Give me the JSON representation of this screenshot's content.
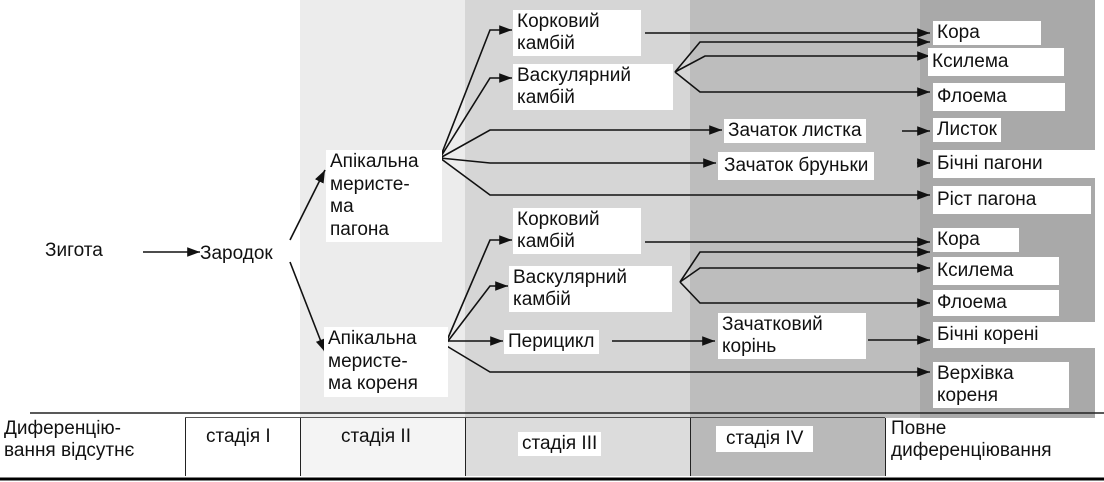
{
  "colors": {
    "band1": "#ffffff",
    "band2": "#ececec",
    "band3": "#d3d3d3",
    "band4": "#b9b9b9",
    "band5": "#a8a8a8"
  },
  "nodes": {
    "zygote": "Зигота",
    "embryo": "Зародок",
    "shoot_apical": [
      "Апікальна",
      "меристе-",
      "ма",
      "пагона"
    ],
    "root_apical": [
      "Апікальна",
      "меристе-",
      "ма кореня"
    ],
    "shoot_cork": [
      "Корковий",
      "камбій"
    ],
    "shoot_vascular": [
      "Васкулярний",
      "камбій"
    ],
    "leaf_primordium": "Зачаток листка",
    "bud_primordium": "Зачаток бруньки",
    "root_cork": [
      "Корковий",
      "камбій"
    ],
    "root_vascular": [
      "Васкулярний",
      "камбій"
    ],
    "pericycle": "Перицикл",
    "root_primordium": [
      "Зачатковий",
      "корінь"
    ]
  },
  "outcomes": {
    "shoot": [
      "Кора",
      "Ксилема",
      "Флоема",
      "Листок",
      "Бічні пагони",
      "Ріст пагона"
    ],
    "root": [
      "Кора",
      "Ксилема",
      "Флоема",
      "Бічні корені"
    ],
    "root_tip": [
      "Верхівка",
      "кореня"
    ]
  },
  "stages": {
    "none": [
      "Диференцію-",
      "вання відсутнє"
    ],
    "s1": "стадія I",
    "s2": "стадія II",
    "s3": "стадія III",
    "s4": "стадія IV",
    "full": [
      "Повне",
      "диференціювання"
    ]
  }
}
